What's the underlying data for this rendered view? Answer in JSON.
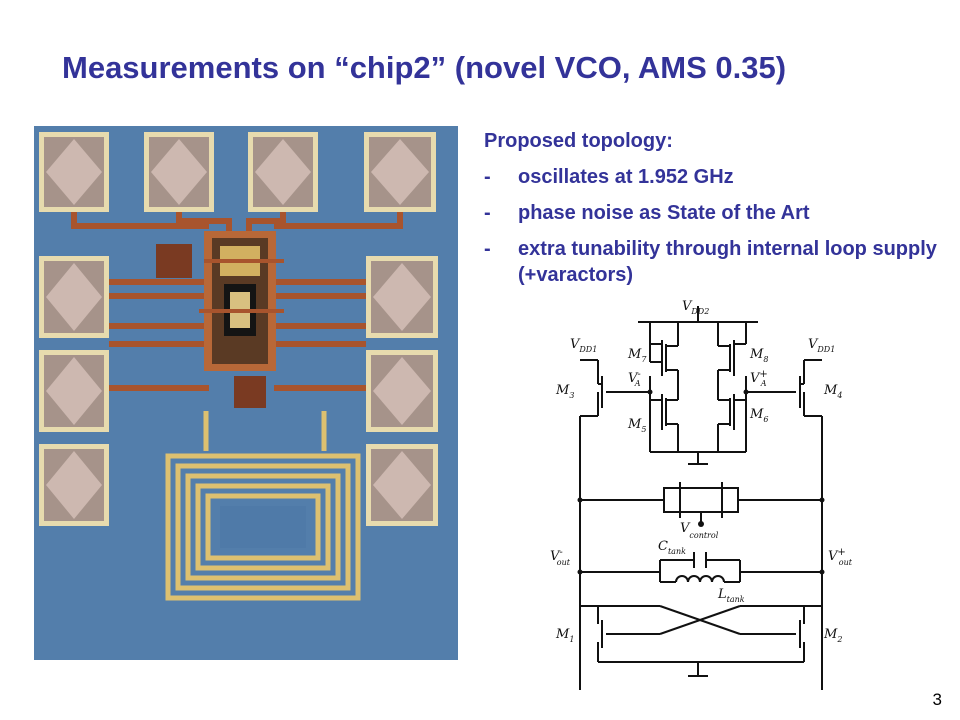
{
  "slide": {
    "title": "Measurements on “chip2” (novel VCO, AMS 0.35)",
    "page_number": "3"
  },
  "bullets": {
    "heading": "Proposed topology:",
    "items": [
      {
        "dash": "-",
        "text": "oscillates at 1.952 GHz"
      },
      {
        "dash": "-",
        "text": "phase noise as State of the Art"
      },
      {
        "dash": "-",
        "text": "extra tunability through internal loop supply (+varactors)"
      }
    ]
  },
  "schematic": {
    "vdd2": {
      "main": "V",
      "sub": "DD2"
    },
    "vdd1_left": {
      "main": "V",
      "sub": "DD1"
    },
    "vdd1_right": {
      "main": "V",
      "sub": "DD1"
    },
    "m1": {
      "main": "M",
      "sub": "1"
    },
    "m2": {
      "main": "M",
      "sub": "2"
    },
    "m3": {
      "main": "M",
      "sub": "3"
    },
    "m4": {
      "main": "M",
      "sub": "4"
    },
    "m5": {
      "main": "M",
      "sub": "5"
    },
    "m6": {
      "main": "M",
      "sub": "6"
    },
    "m7": {
      "main": "M",
      "sub": "7"
    },
    "m8": {
      "main": "M",
      "sub": "8"
    },
    "va_minus": {
      "main": "V",
      "sup": "-",
      "sub": "A"
    },
    "va_plus": {
      "main": "V",
      "sup": "+",
      "sub": "A"
    },
    "vcontrol": {
      "main": "V",
      "sub": "control"
    },
    "ctank": {
      "main": "C",
      "sub": "tank"
    },
    "ltank": {
      "main": "L",
      "sub": "tank"
    },
    "vout_minus": {
      "main": "V",
      "sup": "-",
      "sub": "out"
    },
    "vout_plus": {
      "main": "V",
      "sup": "+",
      "sub": "out"
    }
  },
  "colors": {
    "title": "#333399",
    "text": "#333399",
    "chip_background": "#4f7aa8",
    "pad_frame": "#e7dbae",
    "pad_fill": "#cdb8b0",
    "metal": "#a8542d",
    "coil": "#dcc070"
  }
}
